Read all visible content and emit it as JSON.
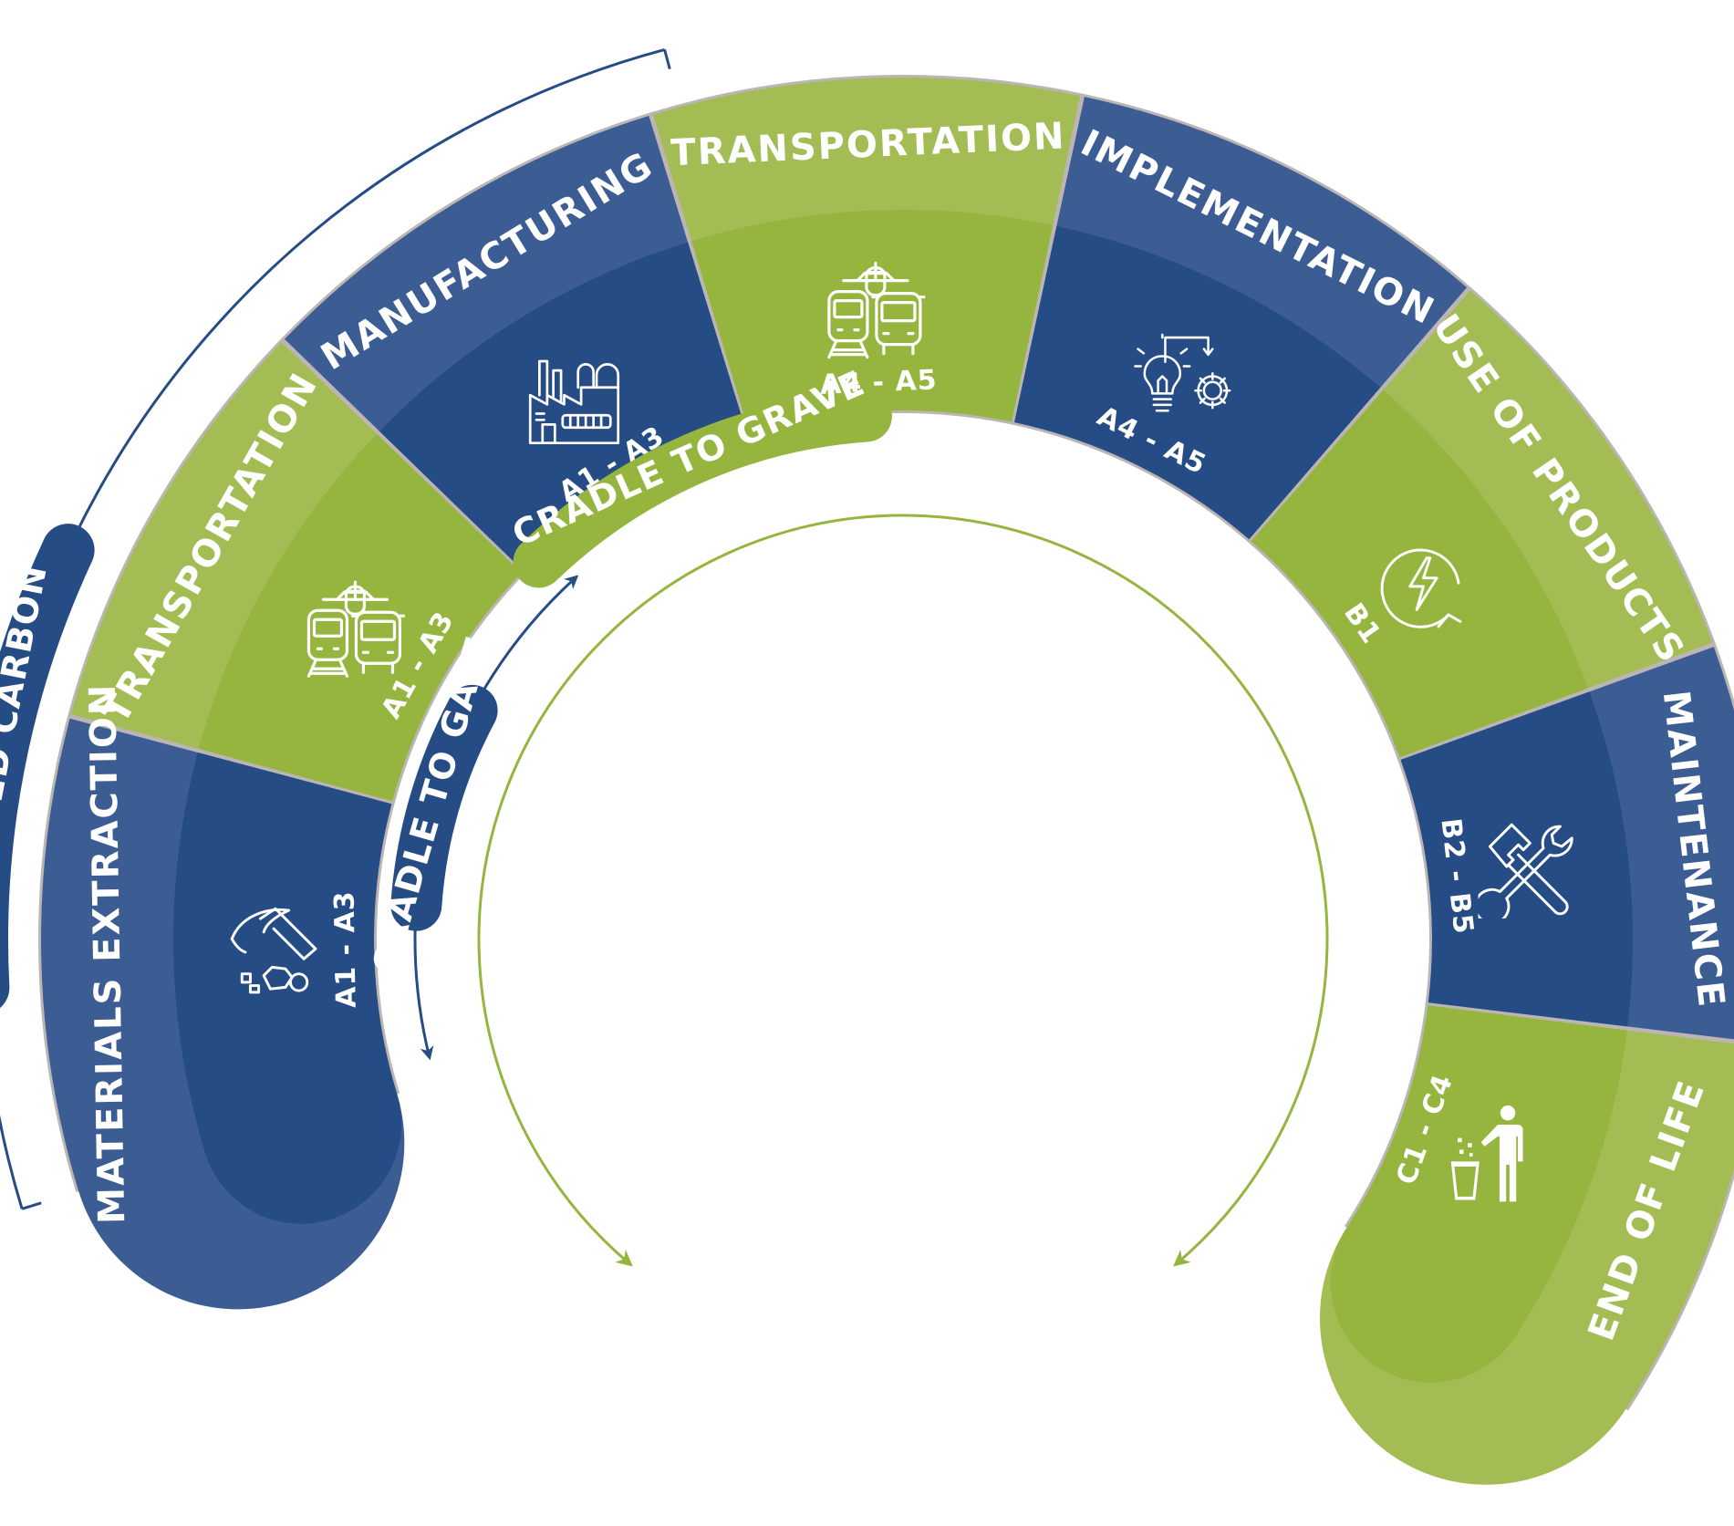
{
  "colors": {
    "blue": "#3c5d94",
    "blue_dark": "#264c86",
    "green": "#a3bd54",
    "green_dark": "#95b53f",
    "text": "#ffffff"
  },
  "segments": [
    {
      "id": "materials-extraction",
      "label": "MATERIALS EXTRACTION",
      "code": "A1 - A3",
      "icon": "pickaxe-rocks-icon",
      "color": "blue"
    },
    {
      "id": "transportation-a1",
      "label": "TRANSPORTATION",
      "code": "A1 - A3",
      "icon": "train-bus-plane-icon",
      "color": "green"
    },
    {
      "id": "manufacturing",
      "label": "MANUFACTURING",
      "code": "A1 - A3",
      "icon": "factory-icon",
      "color": "blue"
    },
    {
      "id": "transportation-a4",
      "label": "TRANSPORTATION",
      "code": "A4 - A5",
      "icon": "train-bus-plane-icon",
      "color": "green"
    },
    {
      "id": "implementation",
      "label": "IMPLEMENTATION",
      "code": "A4 - A5",
      "icon": "lightbulb-gear-icon",
      "color": "blue"
    },
    {
      "id": "use-of-products",
      "label": "USE OF PRODUCTS",
      "code": "B1",
      "icon": "energy-cycle-icon",
      "color": "green"
    },
    {
      "id": "maintenance",
      "label": "MAINTENANCE",
      "code": "B2 - B5",
      "icon": "hammer-wrench-icon",
      "color": "blue"
    },
    {
      "id": "end-of-life",
      "label": "END OF LIFE",
      "code": "C1 - C4",
      "icon": "person-trash-icon",
      "color": "green"
    }
  ],
  "brackets": {
    "embodied_carbon": "EMBODIED CARBON",
    "cradle_to_gate": "CRADLE TO GATE",
    "cradle_to_grave": "CRADLE TO GRAVE"
  }
}
